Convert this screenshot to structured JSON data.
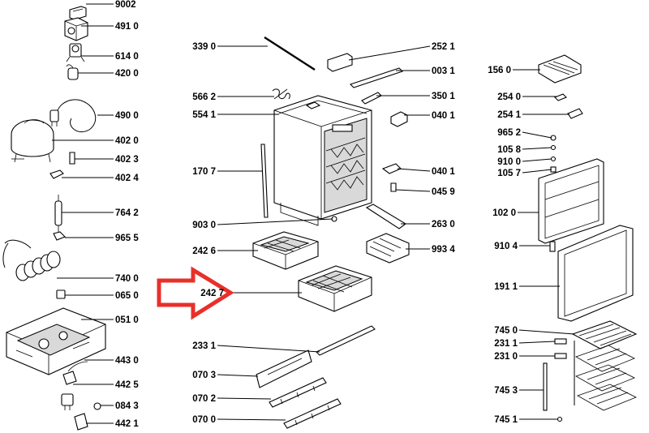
{
  "callouts": [
    {
      "id": "9002",
      "text": "9002"
    },
    {
      "id": "4910",
      "text": "491 0"
    },
    {
      "id": "6140",
      "text": "614 0"
    },
    {
      "id": "4200",
      "text": "420 0"
    },
    {
      "id": "4900",
      "text": "490 0"
    },
    {
      "id": "4020",
      "text": "402 0"
    },
    {
      "id": "4023",
      "text": "402 3"
    },
    {
      "id": "4024",
      "text": "402 4"
    },
    {
      "id": "7642",
      "text": "764 2"
    },
    {
      "id": "9655",
      "text": "965 5"
    },
    {
      "id": "7400",
      "text": "740 0"
    },
    {
      "id": "0650",
      "text": "065 0"
    },
    {
      "id": "0510",
      "text": "051 0"
    },
    {
      "id": "4430",
      "text": "443 0"
    },
    {
      "id": "4425",
      "text": "442 5"
    },
    {
      "id": "0843",
      "text": "084 3"
    },
    {
      "id": "4421",
      "text": "442 1"
    },
    {
      "id": "3390",
      "text": "339 0"
    },
    {
      "id": "5662",
      "text": "566 2"
    },
    {
      "id": "5541",
      "text": "554 1"
    },
    {
      "id": "1707",
      "text": "170 7"
    },
    {
      "id": "9030",
      "text": "903 0"
    },
    {
      "id": "2426",
      "text": "242 6"
    },
    {
      "id": "2427",
      "text": "242 7"
    },
    {
      "id": "2331",
      "text": "233 1"
    },
    {
      "id": "0703",
      "text": "070 3"
    },
    {
      "id": "0702",
      "text": "070 2"
    },
    {
      "id": "0700",
      "text": "070 0"
    },
    {
      "id": "2521",
      "text": "252 1"
    },
    {
      "id": "0031",
      "text": "003 1"
    },
    {
      "id": "3501",
      "text": "350 1"
    },
    {
      "id": "0401a",
      "text": "040 1"
    },
    {
      "id": "0401b",
      "text": "040 1"
    },
    {
      "id": "0459",
      "text": "045 9"
    },
    {
      "id": "2630",
      "text": "263 0"
    },
    {
      "id": "9934",
      "text": "993 4"
    },
    {
      "id": "1560",
      "text": "156 0"
    },
    {
      "id": "2540",
      "text": "254 0"
    },
    {
      "id": "2541",
      "text": "254 1"
    },
    {
      "id": "9652",
      "text": "965 2"
    },
    {
      "id": "1058",
      "text": "105 8"
    },
    {
      "id": "9100",
      "text": "910 0"
    },
    {
      "id": "1057",
      "text": "105 7"
    },
    {
      "id": "1020",
      "text": "102 0"
    },
    {
      "id": "9104",
      "text": "910 4"
    },
    {
      "id": "1911",
      "text": "191 1"
    },
    {
      "id": "7450",
      "text": "745 0"
    },
    {
      "id": "2311",
      "text": "231 1"
    },
    {
      "id": "2310",
      "text": "231 0"
    },
    {
      "id": "7453",
      "text": "745 3"
    },
    {
      "id": "7451",
      "text": "745 1"
    }
  ],
  "highlight": {
    "arrow_color": "#e8302a",
    "target": "242 7"
  }
}
